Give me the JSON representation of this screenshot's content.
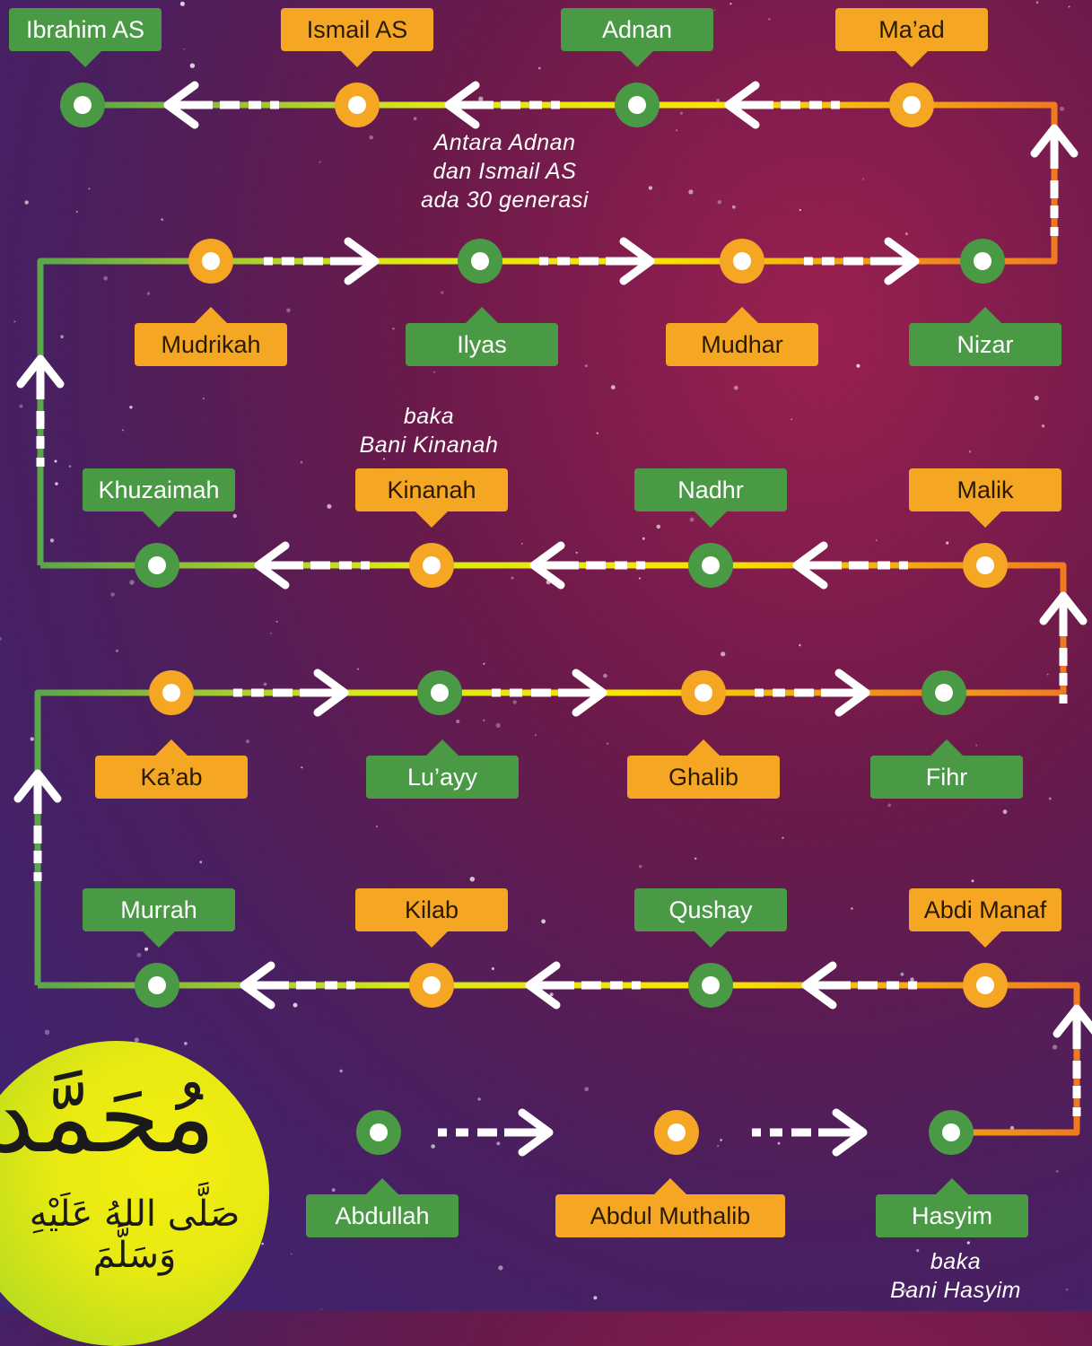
{
  "nodes": [
    {
      "id": "ibrahim",
      "name": "Ibrahim AS",
      "color": "green"
    },
    {
      "id": "ismail",
      "name": "Ismail AS",
      "color": "orange"
    },
    {
      "id": "adnan",
      "name": "Adnan",
      "color": "green"
    },
    {
      "id": "maad",
      "name": "Ma’ad",
      "color": "orange"
    },
    {
      "id": "mudrikah",
      "name": "Mudrikah",
      "color": "orange"
    },
    {
      "id": "ilyas",
      "name": "Ilyas",
      "color": "green"
    },
    {
      "id": "mudhar",
      "name": "Mudhar",
      "color": "orange"
    },
    {
      "id": "nizar",
      "name": "Nizar",
      "color": "green"
    },
    {
      "id": "khuzaimah",
      "name": "Khuzaimah",
      "color": "green"
    },
    {
      "id": "kinanah",
      "name": "Kinanah",
      "color": "orange"
    },
    {
      "id": "nadhr",
      "name": "Nadhr",
      "color": "green"
    },
    {
      "id": "malik",
      "name": "Malik",
      "color": "orange"
    },
    {
      "id": "kaab",
      "name": "Ka’ab",
      "color": "orange"
    },
    {
      "id": "luayy",
      "name": "Lu’ayy",
      "color": "green"
    },
    {
      "id": "ghalib",
      "name": "Ghalib",
      "color": "orange"
    },
    {
      "id": "fihr",
      "name": "Fihr",
      "color": "green"
    },
    {
      "id": "murrah",
      "name": "Murrah",
      "color": "green"
    },
    {
      "id": "kilab",
      "name": "Kilab",
      "color": "orange"
    },
    {
      "id": "qushay",
      "name": "Qushay",
      "color": "green"
    },
    {
      "id": "abdimanaf",
      "name": "Abdi Manaf",
      "color": "orange"
    },
    {
      "id": "abdullah",
      "name": "Abdullah",
      "color": "green"
    },
    {
      "id": "abdulmuthalib",
      "name": "Abdul Muthalib",
      "color": "orange"
    },
    {
      "id": "hasyim",
      "name": "Hasyim",
      "color": "green"
    }
  ],
  "notes": {
    "adnan_ismail": [
      "Antara Adnan",
      "dan Ismail AS",
      "ada 30 generasi"
    ],
    "bani_kinanah": [
      "baka",
      "Bani Kinanah"
    ],
    "bani_hasyim": [
      "baka",
      "Bani Hasyim"
    ]
  },
  "seal": {
    "name_arabic": "مُحَمَّد",
    "salawat_arabic": "صَلَّى اللهُ عَلَيْهِ وَسَلَّمَ"
  },
  "colors": {
    "green": "#4a9a45",
    "orange": "#f5a623",
    "line_green": "#5aa64a",
    "line_yellow": "#f0e800",
    "line_orange": "#f07a20"
  }
}
